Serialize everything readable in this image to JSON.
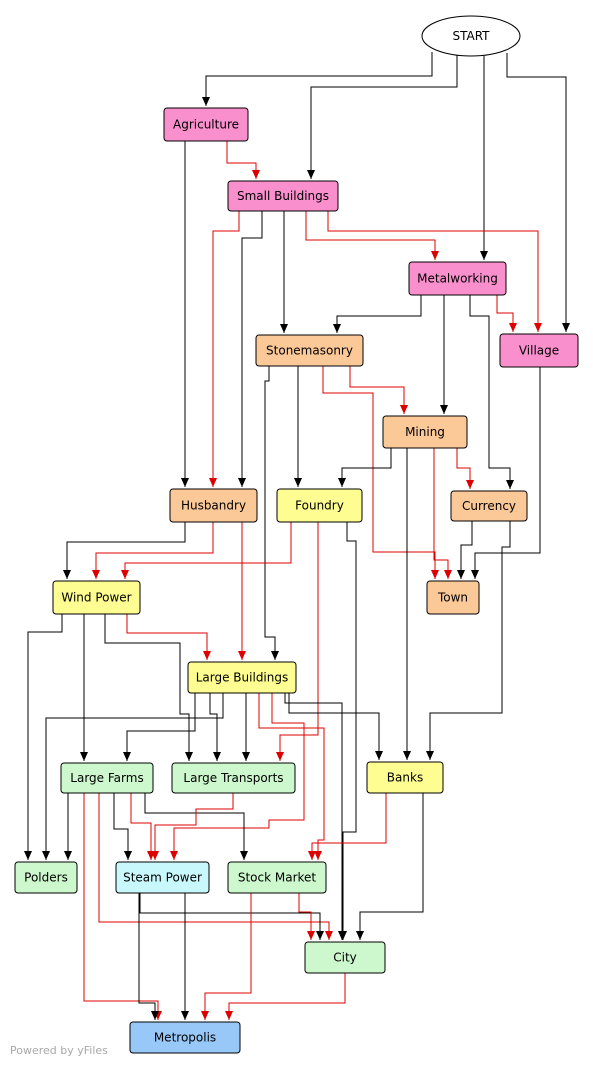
{
  "colors": {
    "pink": "#f98fcd",
    "orange": "#fbc898",
    "yellow": "#fdfd91",
    "green": "#cdf7cd",
    "cyan": "#c8f8fc",
    "blue": "#98c8f8",
    "start": "#ffffff",
    "edge_black": "#000000",
    "edge_red": "#dd0000"
  },
  "nodes": [
    {
      "id": "start",
      "label": "START",
      "color": "start",
      "shape": "ellipse"
    },
    {
      "id": "agriculture",
      "label": "Agriculture",
      "color": "pink"
    },
    {
      "id": "small_buildings",
      "label": "Small Buildings",
      "color": "pink"
    },
    {
      "id": "metalworking",
      "label": "Metalworking",
      "color": "pink"
    },
    {
      "id": "village",
      "label": "Village",
      "color": "pink"
    },
    {
      "id": "stonemasonry",
      "label": "Stonemasonry",
      "color": "orange"
    },
    {
      "id": "mining",
      "label": "Mining",
      "color": "orange"
    },
    {
      "id": "husbandry",
      "label": "Husbandry",
      "color": "orange"
    },
    {
      "id": "foundry",
      "label": "Foundry",
      "color": "yellow"
    },
    {
      "id": "currency",
      "label": "Currency",
      "color": "orange"
    },
    {
      "id": "wind_power",
      "label": "Wind Power",
      "color": "yellow"
    },
    {
      "id": "town",
      "label": "Town",
      "color": "orange"
    },
    {
      "id": "large_buildings",
      "label": "Large Buildings",
      "color": "yellow"
    },
    {
      "id": "large_farms",
      "label": "Large Farms",
      "color": "green"
    },
    {
      "id": "large_transports",
      "label": "Large Transports",
      "color": "green"
    },
    {
      "id": "banks",
      "label": "Banks",
      "color": "yellow"
    },
    {
      "id": "polders",
      "label": "Polders",
      "color": "green"
    },
    {
      "id": "steam_power",
      "label": "Steam Power",
      "color": "cyan"
    },
    {
      "id": "stock_market",
      "label": "Stock Market",
      "color": "green"
    },
    {
      "id": "city",
      "label": "City",
      "color": "green"
    },
    {
      "id": "metropolis",
      "label": "Metropolis",
      "color": "blue"
    }
  ],
  "edges": [
    {
      "from": "start",
      "to": "agriculture",
      "color": "black"
    },
    {
      "from": "start",
      "to": "small_buildings",
      "color": "black"
    },
    {
      "from": "start",
      "to": "metalworking",
      "color": "black"
    },
    {
      "from": "start",
      "to": "village",
      "color": "black"
    },
    {
      "from": "agriculture",
      "to": "small_buildings",
      "color": "red"
    },
    {
      "from": "agriculture",
      "to": "husbandry",
      "color": "black"
    },
    {
      "from": "small_buildings",
      "to": "husbandry",
      "color": "red"
    },
    {
      "from": "small_buildings",
      "to": "husbandry",
      "color": "black"
    },
    {
      "from": "small_buildings",
      "to": "stonemasonry",
      "color": "black"
    },
    {
      "from": "small_buildings",
      "to": "metalworking",
      "color": "red"
    },
    {
      "from": "small_buildings",
      "to": "village",
      "color": "red"
    },
    {
      "from": "metalworking",
      "to": "stonemasonry",
      "color": "black"
    },
    {
      "from": "metalworking",
      "to": "village",
      "color": "red"
    },
    {
      "from": "metalworking",
      "to": "mining",
      "color": "black"
    },
    {
      "from": "metalworking",
      "to": "currency",
      "color": "black"
    },
    {
      "from": "stonemasonry",
      "to": "mining",
      "color": "red"
    },
    {
      "from": "stonemasonry",
      "to": "foundry",
      "color": "black"
    },
    {
      "from": "stonemasonry",
      "to": "large_buildings",
      "color": "black"
    },
    {
      "from": "stonemasonry",
      "to": "town",
      "color": "red"
    },
    {
      "from": "mining",
      "to": "foundry",
      "color": "black"
    },
    {
      "from": "mining",
      "to": "currency",
      "color": "red"
    },
    {
      "from": "mining",
      "to": "town",
      "color": "red"
    },
    {
      "from": "mining",
      "to": "banks",
      "color": "black"
    },
    {
      "from": "village",
      "to": "town",
      "color": "black"
    },
    {
      "from": "currency",
      "to": "town",
      "color": "black"
    },
    {
      "from": "currency",
      "to": "banks",
      "color": "black"
    },
    {
      "from": "husbandry",
      "to": "wind_power",
      "color": "black"
    },
    {
      "from": "husbandry",
      "to": "wind_power",
      "color": "red"
    },
    {
      "from": "husbandry",
      "to": "large_buildings",
      "color": "red"
    },
    {
      "from": "foundry",
      "to": "wind_power",
      "color": "red"
    },
    {
      "from": "foundry",
      "to": "large_transports",
      "color": "red"
    },
    {
      "from": "foundry",
      "to": "city",
      "color": "black"
    },
    {
      "from": "wind_power",
      "to": "large_buildings",
      "color": "red"
    },
    {
      "from": "wind_power",
      "to": "polders",
      "color": "black"
    },
    {
      "from": "wind_power",
      "to": "large_farms",
      "color": "black"
    },
    {
      "from": "wind_power",
      "to": "large_transports",
      "color": "black"
    },
    {
      "from": "town",
      "to": "banks",
      "color": "black"
    },
    {
      "from": "town",
      "to": "city",
      "color": "black"
    },
    {
      "from": "large_buildings",
      "to": "large_farms",
      "color": "black"
    },
    {
      "from": "large_buildings",
      "to": "large_transports",
      "color": "black"
    },
    {
      "from": "large_buildings",
      "to": "large_transports",
      "color": "red"
    },
    {
      "from": "large_buildings",
      "to": "banks",
      "color": "red"
    },
    {
      "from": "large_buildings",
      "to": "steam_power",
      "color": "black"
    },
    {
      "from": "large_buildings",
      "to": "stock_market",
      "color": "black"
    },
    {
      "from": "large_buildings",
      "to": "city",
      "color": "black"
    },
    {
      "from": "large_buildings",
      "to": "polders",
      "color": "black"
    },
    {
      "from": "large_farms",
      "to": "polders",
      "color": "red"
    },
    {
      "from": "large_farms",
      "to": "steam_power",
      "color": "black"
    },
    {
      "from": "large_farms",
      "to": "steam_power",
      "color": "red"
    },
    {
      "from": "large_farms",
      "to": "stock_market",
      "color": "red"
    },
    {
      "from": "large_farms",
      "to": "city",
      "color": "red"
    },
    {
      "from": "large_farms",
      "to": "metropolis",
      "color": "red"
    },
    {
      "from": "large_transports",
      "to": "steam_power",
      "color": "black"
    },
    {
      "from": "banks",
      "to": "stock_market",
      "color": "black"
    },
    {
      "from": "banks",
      "to": "city",
      "color": "black"
    },
    {
      "from": "steam_power",
      "to": "metropolis",
      "color": "black"
    },
    {
      "from": "steam_power",
      "to": "metropolis",
      "color": "red"
    },
    {
      "from": "steam_power",
      "to": "city",
      "color": "red"
    },
    {
      "from": "stock_market",
      "to": "city",
      "color": "red"
    },
    {
      "from": "stock_market",
      "to": "metropolis",
      "color": "black"
    },
    {
      "from": "city",
      "to": "metropolis",
      "color": "black"
    }
  ],
  "footer": "Powered by yFiles"
}
